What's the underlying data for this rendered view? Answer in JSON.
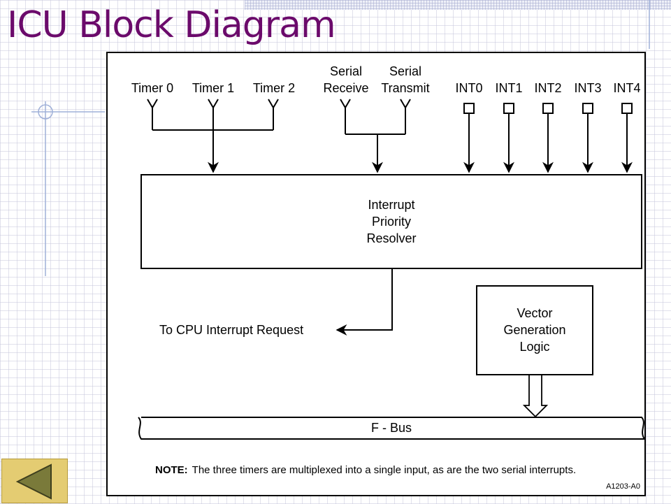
{
  "slide": {
    "title": "ICU Block Diagram"
  },
  "diagram": {
    "inputs": {
      "timer0": "Timer 0",
      "timer1": "Timer 1",
      "timer2": "Timer 2",
      "serial_receive": [
        "Serial",
        "Receive"
      ],
      "serial_transmit": [
        "Serial",
        "Transmit"
      ],
      "int0": "INT0",
      "int1": "INT1",
      "int2": "INT2",
      "int3": "INT3",
      "int4": "INT4"
    },
    "resolver": [
      "Interrupt",
      "Priority",
      "Resolver"
    ],
    "vector_logic": [
      "Vector",
      "Generation",
      "Logic"
    ],
    "cpu_request": "To CPU Interrupt Request",
    "bus": "F - Bus",
    "note_label": "NOTE:",
    "note_text": "The three timers are multiplexed into a single input, as are the two serial interrupts.",
    "figure_id": "A1203-A0"
  },
  "navigation": {
    "back_icon": "left-triangle-icon"
  }
}
